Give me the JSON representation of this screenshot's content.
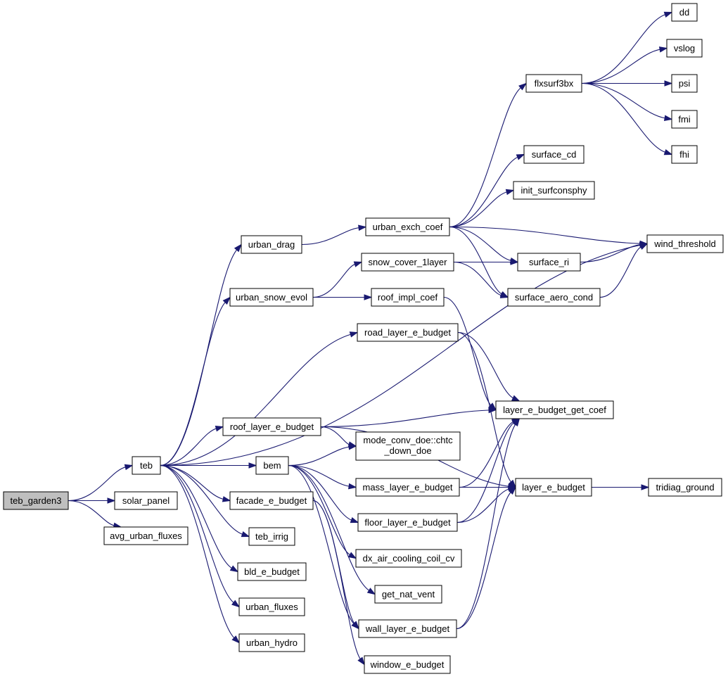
{
  "colors": {
    "edge": "#191970",
    "root_fill": "#bfbfbf",
    "node_fill": "#ffffff",
    "border": "#000000"
  },
  "nodes": [
    {
      "id": "teb_garden3",
      "label": "teb_garden3",
      "root": true
    },
    {
      "id": "teb",
      "label": "teb"
    },
    {
      "id": "solar_panel",
      "label": "solar_panel"
    },
    {
      "id": "avg_urban_fluxes",
      "label": "avg_urban_fluxes"
    },
    {
      "id": "urban_drag",
      "label": "urban_drag"
    },
    {
      "id": "urban_snow_evol",
      "label": "urban_snow_evol"
    },
    {
      "id": "roof_layer_e_budget",
      "label": "roof_layer_e_budget"
    },
    {
      "id": "bem",
      "label": "bem"
    },
    {
      "id": "facade_e_budget",
      "label": "facade_e_budget"
    },
    {
      "id": "teb_irrig",
      "label": "teb_irrig"
    },
    {
      "id": "bld_e_budget",
      "label": "bld_e_budget"
    },
    {
      "id": "urban_fluxes",
      "label": "urban_fluxes"
    },
    {
      "id": "urban_hydro",
      "label": "urban_hydro"
    },
    {
      "id": "urban_exch_coef",
      "label": "urban_exch_coef"
    },
    {
      "id": "snow_cover_1layer",
      "label": "snow_cover_1layer"
    },
    {
      "id": "roof_impl_coef",
      "label": "roof_impl_coef"
    },
    {
      "id": "road_layer_e_budget",
      "label": "road_layer_e_budget"
    },
    {
      "id": "mode_conv_doe_chtc",
      "label": [
        "mode_conv_doe::chtc",
        "_down_doe"
      ]
    },
    {
      "id": "mass_layer_e_budget",
      "label": "mass_layer_e_budget"
    },
    {
      "id": "floor_layer_e_budget",
      "label": "floor_layer_e_budget"
    },
    {
      "id": "dx_air_cooling_coil_cv",
      "label": "dx_air_cooling_coil_cv"
    },
    {
      "id": "get_nat_vent",
      "label": "get_nat_vent"
    },
    {
      "id": "wall_layer_e_budget",
      "label": "wall_layer_e_budget"
    },
    {
      "id": "window_e_budget",
      "label": "window_e_budget"
    },
    {
      "id": "flxsurf3bx",
      "label": "flxsurf3bx"
    },
    {
      "id": "surface_cd",
      "label": "surface_cd"
    },
    {
      "id": "init_surfconsphy",
      "label": "init_surfconsphy"
    },
    {
      "id": "surface_ri",
      "label": "surface_ri"
    },
    {
      "id": "surface_aero_cond",
      "label": "surface_aero_cond"
    },
    {
      "id": "layer_e_budget_get_coef",
      "label": "layer_e_budget_get_coef"
    },
    {
      "id": "layer_e_budget",
      "label": "layer_e_budget"
    },
    {
      "id": "dd",
      "label": "dd"
    },
    {
      "id": "vslog",
      "label": "vslog"
    },
    {
      "id": "psi",
      "label": "psi"
    },
    {
      "id": "fmi",
      "label": "fmi"
    },
    {
      "id": "fhi",
      "label": "fhi"
    },
    {
      "id": "wind_threshold",
      "label": "wind_threshold"
    },
    {
      "id": "tridiag_ground",
      "label": "tridiag_ground"
    }
  ],
  "edges": [
    [
      "teb_garden3",
      "teb"
    ],
    [
      "teb_garden3",
      "solar_panel"
    ],
    [
      "teb_garden3",
      "avg_urban_fluxes"
    ],
    [
      "teb",
      "wind_threshold"
    ],
    [
      "teb",
      "urban_drag"
    ],
    [
      "teb",
      "urban_snow_evol"
    ],
    [
      "teb",
      "road_layer_e_budget"
    ],
    [
      "teb",
      "roof_layer_e_budget"
    ],
    [
      "teb",
      "bem"
    ],
    [
      "teb",
      "facade_e_budget"
    ],
    [
      "teb",
      "teb_irrig"
    ],
    [
      "teb",
      "bld_e_budget"
    ],
    [
      "teb",
      "urban_fluxes"
    ],
    [
      "teb",
      "urban_hydro"
    ],
    [
      "urban_drag",
      "urban_exch_coef"
    ],
    [
      "urban_snow_evol",
      "snow_cover_1layer"
    ],
    [
      "urban_snow_evol",
      "roof_impl_coef"
    ],
    [
      "urban_exch_coef",
      "flxsurf3bx"
    ],
    [
      "urban_exch_coef",
      "surface_cd"
    ],
    [
      "urban_exch_coef",
      "init_surfconsphy"
    ],
    [
      "urban_exch_coef",
      "wind_threshold"
    ],
    [
      "urban_exch_coef",
      "surface_ri"
    ],
    [
      "urban_exch_coef",
      "surface_aero_cond"
    ],
    [
      "snow_cover_1layer",
      "surface_ri"
    ],
    [
      "snow_cover_1layer",
      "surface_aero_cond"
    ],
    [
      "surface_ri",
      "wind_threshold"
    ],
    [
      "surface_aero_cond",
      "wind_threshold"
    ],
    [
      "flxsurf3bx",
      "dd"
    ],
    [
      "flxsurf3bx",
      "vslog"
    ],
    [
      "flxsurf3bx",
      "psi"
    ],
    [
      "flxsurf3bx",
      "fmi"
    ],
    [
      "flxsurf3bx",
      "fhi"
    ],
    [
      "roof_impl_coef",
      "layer_e_budget_get_coef"
    ],
    [
      "road_layer_e_budget",
      "layer_e_budget_get_coef"
    ],
    [
      "road_layer_e_budget",
      "layer_e_budget"
    ],
    [
      "roof_layer_e_budget",
      "layer_e_budget_get_coef"
    ],
    [
      "roof_layer_e_budget",
      "mode_conv_doe_chtc"
    ],
    [
      "roof_layer_e_budget",
      "layer_e_budget"
    ],
    [
      "bem",
      "mode_conv_doe_chtc"
    ],
    [
      "bem",
      "mass_layer_e_budget"
    ],
    [
      "bem",
      "floor_layer_e_budget"
    ],
    [
      "bem",
      "dx_air_cooling_coil_cv"
    ],
    [
      "bem",
      "get_nat_vent"
    ],
    [
      "bem",
      "wall_layer_e_budget"
    ],
    [
      "facade_e_budget",
      "wall_layer_e_budget"
    ],
    [
      "facade_e_budget",
      "window_e_budget"
    ],
    [
      "mass_layer_e_budget",
      "layer_e_budget_get_coef"
    ],
    [
      "mass_layer_e_budget",
      "layer_e_budget"
    ],
    [
      "floor_layer_e_budget",
      "layer_e_budget_get_coef"
    ],
    [
      "floor_layer_e_budget",
      "layer_e_budget"
    ],
    [
      "wall_layer_e_budget",
      "layer_e_budget_get_coef"
    ],
    [
      "wall_layer_e_budget",
      "layer_e_budget"
    ],
    [
      "layer_e_budget",
      "tridiag_ground"
    ]
  ]
}
